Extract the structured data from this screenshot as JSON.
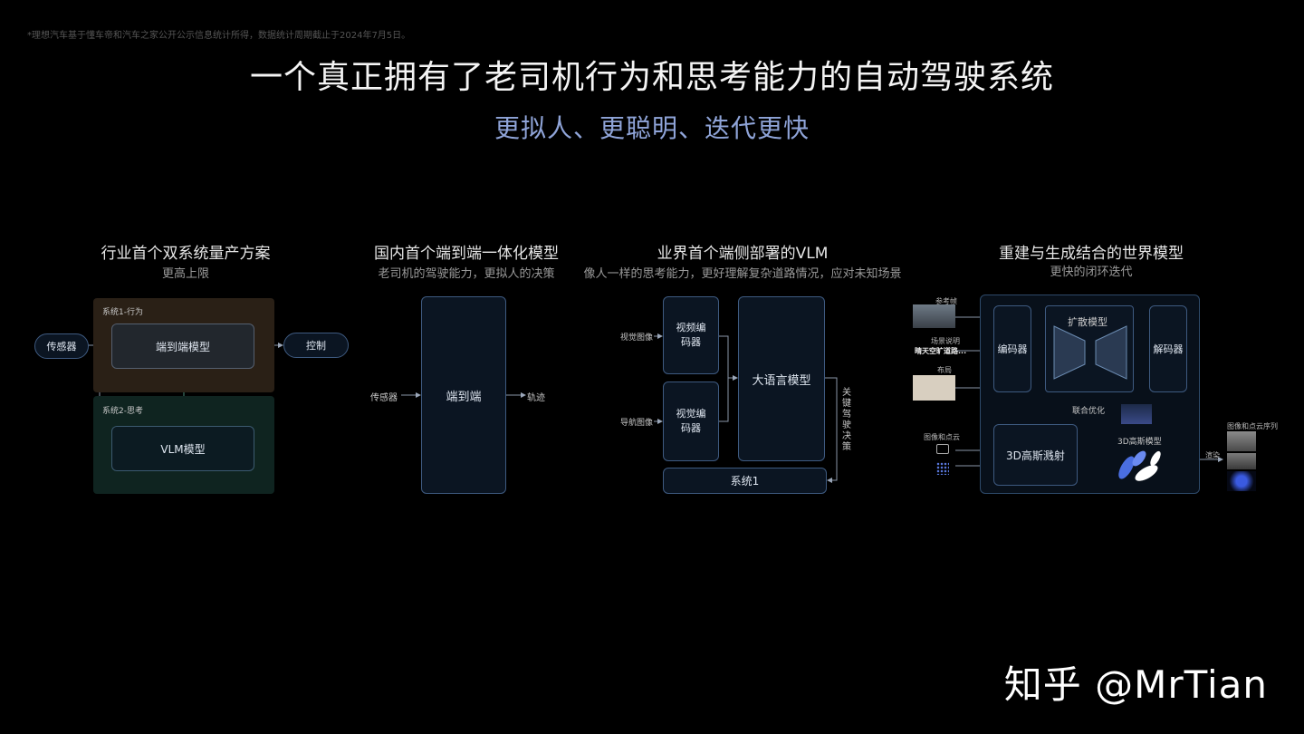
{
  "footnote": "*理想汽车基于懂车帝和汽车之家公开公示信息统计所得，数据统计周期截止于2024年7月5日。",
  "title": "一个真正拥有了老司机行为和思考能力的自动驾驶系统",
  "subtitle": "更拟人、更聪明、迭代更快",
  "columns": [
    {
      "title": "行业首个双系统量产方案",
      "subtitle": "更高上限",
      "system1_label": "系统1-行为",
      "system2_label": "系统2-思考",
      "sensor": "传感器",
      "e2e_model": "端到端模型",
      "control": "控制",
      "vlm_model": "VLM模型"
    },
    {
      "title": "国内首个端到端一体化模型",
      "subtitle": "老司机的驾驶能力，更拟人的决策",
      "sensor": "传感器",
      "e2e": "端到端",
      "trajectory": "轨迹"
    },
    {
      "title": "业界首个端侧部署的VLM",
      "subtitle": "像人一样的思考能力，更好理解复杂道路情况，应对未知场景",
      "visual_image": "视觉图像",
      "nav_image": "导航图像",
      "video_encoder": "视频编码器",
      "visual_encoder": "视觉编码器",
      "llm": "大语言模型",
      "system1": "系统1",
      "key_decision": "关键驾驶决策"
    },
    {
      "title": "重建与生成结合的世界模型",
      "subtitle": "更快的闭环迭代",
      "reference_frame": "参考帧",
      "scene_desc": "场景说明",
      "scene_text": "晴天空旷道路...",
      "layout": "布局",
      "encoder": "编码器",
      "diffusion": "扩散模型",
      "decoder": "解码器",
      "joint_opt": "联合优化",
      "image_pointcloud": "图像和点云",
      "gaussian_splat": "3D高斯溅射",
      "gaussian_model": "3D高斯模型",
      "render": "渲染",
      "output_seq": "图像和点云序列"
    }
  ],
  "watermark": "知乎 @MrTian"
}
